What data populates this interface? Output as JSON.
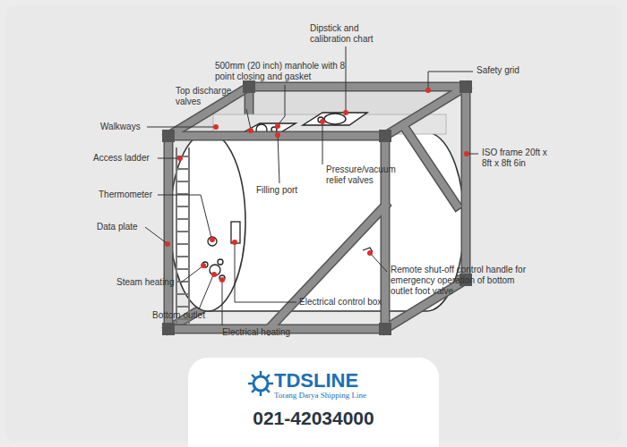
{
  "diagram": {
    "nodes": [
      {
        "text": [
          "TDSLINE",
          "Torang Darya Shipping Line",
          "021-42034000"
        ]
      }
    ],
    "labels": [
      "Dipstick and calibration chart",
      "500mm (20 inch) manhole with 8 point closing and gasket",
      "Safety grid",
      "Top discharge valves",
      "Walkways",
      "ISO frame 20ft x 8ft x 8ft 6in",
      "Access ladder",
      "Pressure/vacuum relief valves",
      "Filling port",
      "Thermometer",
      "Data plate",
      "Steam heating",
      "Remote shut-off control handle for emergency operation of bottom outlet foot valve",
      "Bottom outlet",
      "Electrical control box",
      "Electrical heating"
    ]
  }
}
